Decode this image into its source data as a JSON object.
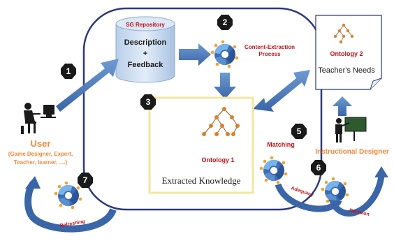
{
  "colors": {
    "arrow_blue": "#4f7fbf",
    "arrow_blue_dark": "#3a66a8",
    "frame_navy": "#2c3a78",
    "accent_red": "#c0121a",
    "accent_orange": "#f08a3c",
    "badge_black": "#1a1a1a",
    "cylinder_fill": "#cfe0f3",
    "knowledge_box_border": "#f2e6a2",
    "ontology_node": "#d9822b"
  },
  "repository": {
    "title": "SG Repository",
    "line1": "Description",
    "plus": "+",
    "line2": "Feedback"
  },
  "process": {
    "line1": "Content-Extraction",
    "line2": "Process"
  },
  "ontology1": {
    "label": "Ontology 1",
    "caption": "Extracted Knowledge"
  },
  "ontology2": {
    "label": "Ontology 2",
    "caption": "Teacher's Needs"
  },
  "user": {
    "title": "User",
    "roles_line1": "(Game Designer, Expert,",
    "roles_line2": "Teacher, learner, ....)"
  },
  "designer": {
    "title": "Instructional Designer"
  },
  "steps": {
    "s1": "1",
    "s2": "2",
    "s3": "3",
    "s5": "5",
    "s6": "6",
    "s7": "7"
  },
  "labels": {
    "matching": "Matching",
    "adequacy": "Adequacy",
    "decision": "Decision",
    "refreshing": "Refreshing"
  },
  "icons": {
    "gear": "gear-cycle-icon",
    "ontology": "ontology-graph-icon",
    "user": "person-at-computer-icon",
    "designer": "presenter-at-board-icon",
    "database": "database-cylinder-icon"
  }
}
